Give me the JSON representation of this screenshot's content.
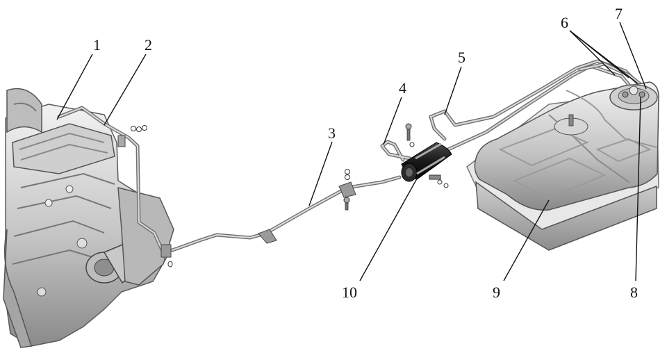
{
  "labels": {
    "l1": "1",
    "l2": "2",
    "l3": "3",
    "l4": "4",
    "l5": "5",
    "l6": "6",
    "l7": "7",
    "l8": "8",
    "l9": "9",
    "l10": "10"
  },
  "colors": {
    "metal_light": "#d9d9d9",
    "metal_mid": "#a9a9a9",
    "metal_dark": "#5a5a5a",
    "filter_body": "#1c1c1c",
    "ink": "#111111"
  }
}
